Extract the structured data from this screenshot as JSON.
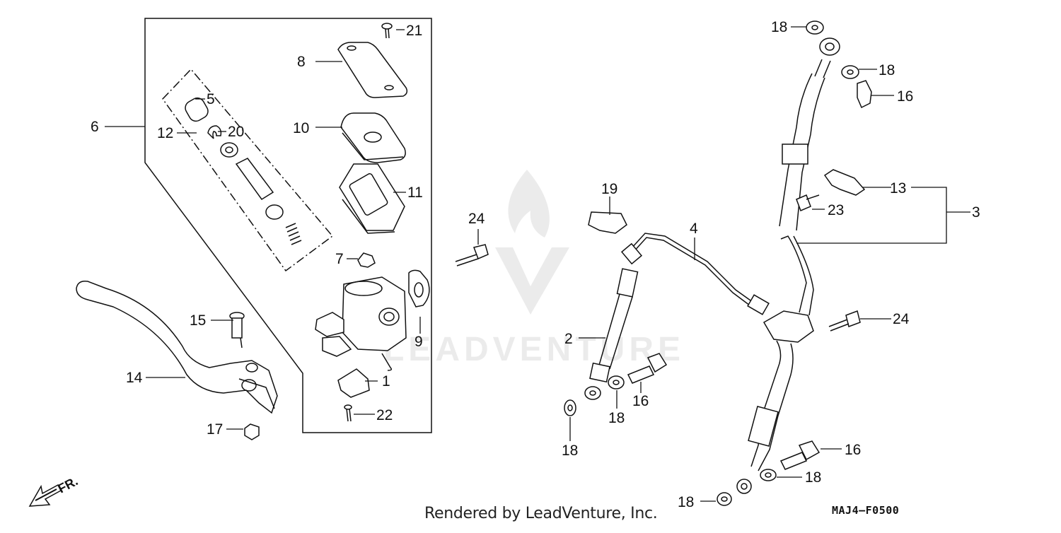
{
  "watermark": {
    "text": "LEADVENTURE"
  },
  "direction": {
    "label": "FR."
  },
  "footer": {
    "rendered_by": "Rendered by LeadVenture, Inc.",
    "diagram_code": "MAJ4—F0500"
  },
  "callouts": {
    "c1": "1",
    "c2": "2",
    "c3": "3",
    "c4": "4",
    "c5": "5",
    "c6": "6",
    "c7": "7",
    "c8": "8",
    "c9": "9",
    "c10": "10",
    "c11": "11",
    "c12": "12",
    "c13": "13",
    "c14": "14",
    "c15": "15",
    "c16a": "16",
    "c16b": "16",
    "c16c": "16",
    "c17": "17",
    "c18a": "18",
    "c18b": "18",
    "c18c": "18",
    "c18d": "18",
    "c18e": "18",
    "c18f": "18",
    "c19": "19",
    "c20": "20",
    "c21": "21",
    "c22": "22",
    "c23": "23",
    "c24a": "24",
    "c24b": "24"
  }
}
